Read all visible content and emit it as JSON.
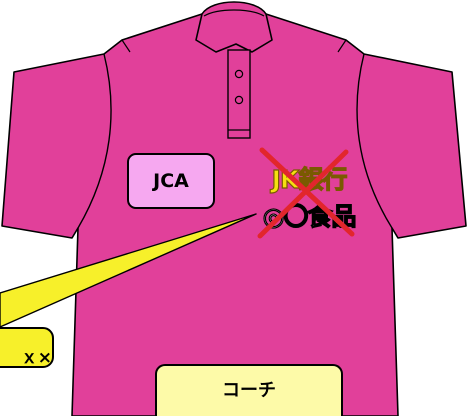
{
  "shirt": {
    "color": "#e1409a",
    "badge_color": "#f6a8f0"
  },
  "badge": {
    "text": "JCA"
  },
  "sponsors": {
    "line1": "JK銀行",
    "line2": "◎〇食品",
    "line1_color": "#f5e010",
    "crossed_out": true,
    "cross_color": "#e2262c"
  },
  "callout": {
    "text": "ｘ×",
    "color": "#f7f02a"
  },
  "label": {
    "text": "コーチ",
    "color": "#fdfaa8"
  }
}
